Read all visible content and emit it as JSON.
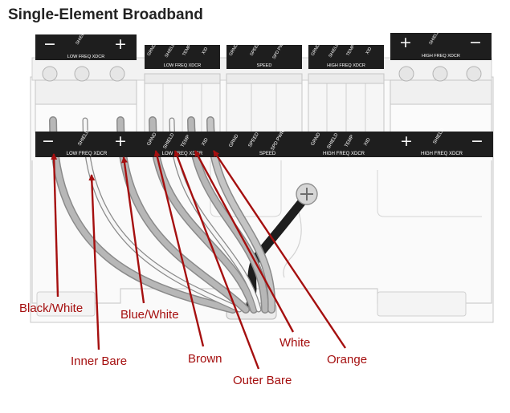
{
  "title": "Single-Element Broadband",
  "colors": {
    "callout": "#a50f0f",
    "strip": "#1e1e1e",
    "wire_gray": "#a9a9a9",
    "wire_outer": "#c4c4c4",
    "wire_white": "#f6f6f6",
    "black_wire": "#202020"
  },
  "top_strips": [
    {
      "id": "low-freq-xdcr-top",
      "pins": [
        "−",
        "SHIELD",
        "+"
      ],
      "label": "LOW FREQ XDCR"
    },
    {
      "id": "low-freq-xdcr-top-4pin",
      "pins": [
        "GRND",
        "SHIELD",
        "TEMP",
        "XID"
      ],
      "label": "LOW FREQ XDCR"
    },
    {
      "id": "speed-top",
      "pins": [
        "GRND",
        "SPEED",
        "SPD PWR"
      ],
      "label": "SPEED"
    },
    {
      "id": "high-freq-xdcr-top-4pin",
      "pins": [
        "GRND",
        "SHIELD",
        "TEMP",
        "XID"
      ],
      "label": "HIGH FREQ XDCR"
    },
    {
      "id": "high-freq-xdcr-top",
      "pins": [
        "+",
        "SHIELD",
        "−"
      ],
      "label": "HIGH FREQ XDCR"
    }
  ],
  "bottom_strip": {
    "groups": [
      {
        "id": "low-freq-xdcr-bottom",
        "pins": [
          "−",
          "SHIELD",
          "+"
        ],
        "label": "LOW FREQ XDCR"
      },
      {
        "id": "low-freq-xdcr-bottom-4pin",
        "pins": [
          "GRND",
          "SHIELD",
          "TEMP",
          "XID"
        ],
        "label": "LOW FREQ XDCR"
      },
      {
        "id": "speed-bottom",
        "pins": [
          "GRND",
          "SPEED",
          "SPD PWR"
        ],
        "label": "SPEED"
      },
      {
        "id": "high-freq-xdcr-bottom-4pin",
        "pins": [
          "GRND",
          "SHIELD",
          "TEMP",
          "XID"
        ],
        "label": "HIGH FREQ XDCR"
      },
      {
        "id": "high-freq-xdcr-bottom",
        "pins": [
          "+",
          "SHIELD",
          "−"
        ],
        "label": "HIGH FREQ XDCR"
      }
    ]
  },
  "callouts": [
    {
      "id": "black-white",
      "label": "Black/White"
    },
    {
      "id": "inner-bare",
      "label": "Inner Bare"
    },
    {
      "id": "blue-white",
      "label": "Blue/White"
    },
    {
      "id": "brown",
      "label": "Brown"
    },
    {
      "id": "outer-bare",
      "label": "Outer Bare"
    },
    {
      "id": "white",
      "label": "White"
    },
    {
      "id": "orange",
      "label": "Orange"
    }
  ]
}
